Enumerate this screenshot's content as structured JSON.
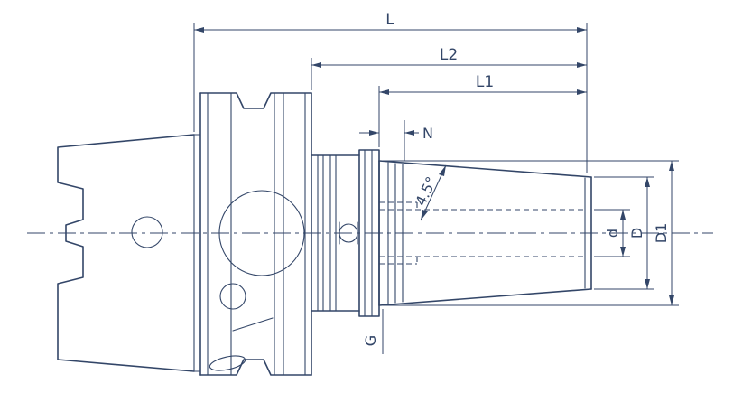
{
  "drawing": {
    "type": "technical-dimension-drawing",
    "subject": "tool-holder shank side view",
    "labels": {
      "L": "L",
      "L2": "L2",
      "L1": "L1",
      "N": "N",
      "angle": "4.5°",
      "d": "d",
      "D": "D",
      "D1": "D1",
      "G": "G"
    },
    "colors": {
      "line": "#334668",
      "background": "#ffffff"
    }
  }
}
